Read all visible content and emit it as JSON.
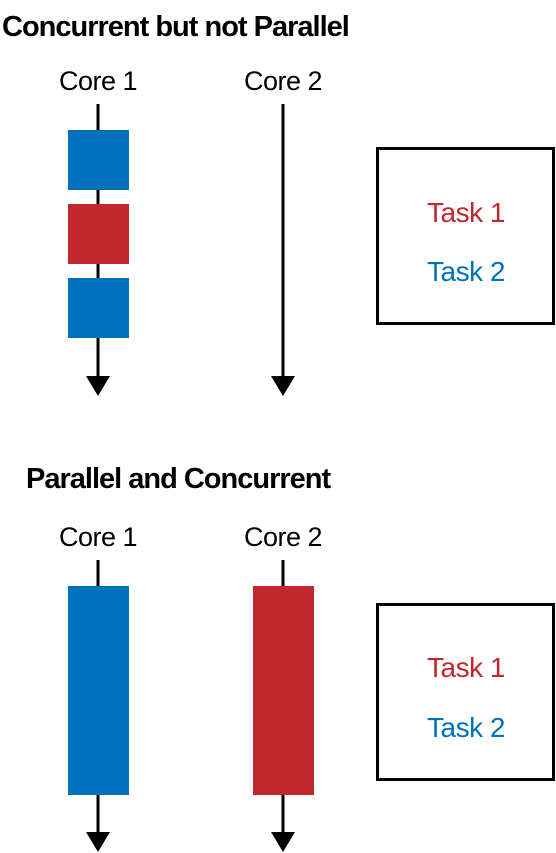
{
  "colors": {
    "task1": "#c1272d",
    "task2": "#0071bc",
    "line": "#000000"
  },
  "panels": [
    {
      "title": "Concurrent but not Parallel",
      "cores": [
        {
          "label": "Core 1",
          "segments": [
            "task2",
            "task1",
            "task2"
          ]
        },
        {
          "label": "Core 2",
          "segments": []
        }
      ],
      "legend": [
        {
          "label": "Task 1",
          "color_key": "task1"
        },
        {
          "label": "Task 2",
          "color_key": "task2"
        }
      ]
    },
    {
      "title": "Parallel and Concurrent",
      "cores": [
        {
          "label": "Core 1",
          "segments": [
            "task2"
          ]
        },
        {
          "label": "Core 2",
          "segments": [
            "task1"
          ]
        }
      ],
      "legend": [
        {
          "label": "Task 1",
          "color_key": "task1"
        },
        {
          "label": "Task 2",
          "color_key": "task2"
        }
      ]
    }
  ]
}
